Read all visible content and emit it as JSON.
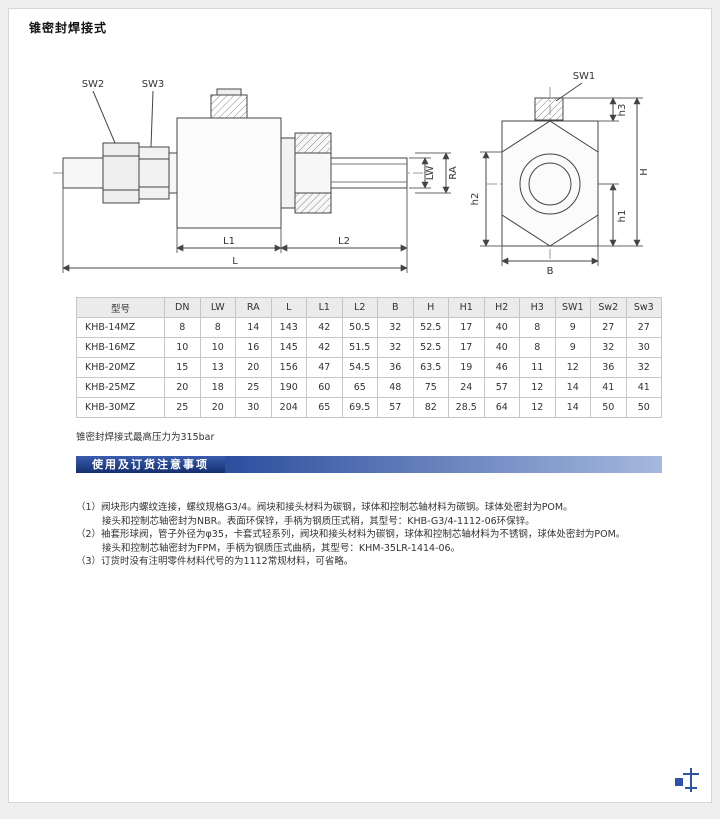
{
  "page": {
    "title": "锥密封焊接式",
    "pressure_note": "锥密封焊接式最高压力为315bar",
    "section_header": "使用及订货注意事项"
  },
  "drawing": {
    "labels": {
      "sw1": "SW1",
      "sw2": "SW2",
      "sw3": "SW3",
      "l": "L",
      "l1": "L1",
      "l2": "L2",
      "b": "B",
      "h": "H",
      "h1": "h1",
      "h2": "h2",
      "h3": "h3",
      "lw": "LW",
      "ra": "RA"
    }
  },
  "table": {
    "headers": [
      "型号",
      "DN",
      "LW",
      "RA",
      "L",
      "L1",
      "L2",
      "B",
      "H",
      "H1",
      "H2",
      "H3",
      "SW1",
      "Sw2",
      "Sw3"
    ],
    "rows": [
      [
        "KHB-14MZ",
        "8",
        "8",
        "14",
        "143",
        "42",
        "50.5",
        "32",
        "52.5",
        "17",
        "40",
        "8",
        "9",
        "27",
        "27"
      ],
      [
        "KHB-16MZ",
        "10",
        "10",
        "16",
        "145",
        "42",
        "51.5",
        "32",
        "52.5",
        "17",
        "40",
        "8",
        "9",
        "32",
        "30"
      ],
      [
        "KHB-20MZ",
        "15",
        "13",
        "20",
        "156",
        "47",
        "54.5",
        "36",
        "63.5",
        "19",
        "46",
        "11",
        "12",
        "36",
        "32"
      ],
      [
        "KHB-25MZ",
        "20",
        "18",
        "25",
        "190",
        "60",
        "65",
        "48",
        "75",
        "24",
        "57",
        "12",
        "14",
        "41",
        "41"
      ],
      [
        "KHB-30MZ",
        "25",
        "20",
        "30",
        "204",
        "65",
        "69.5",
        "57",
        "82",
        "28.5",
        "64",
        "12",
        "14",
        "50",
        "50"
      ]
    ]
  },
  "notes": [
    {
      "text": "（1）阀块形内螺纹连接，螺纹规格G3/4。阀块和接头材料为碳钢，球体和控制芯轴材料为碳钢。球体处密封为POM。",
      "indent": false
    },
    {
      "text": "接头和控制芯轴密封为NBR。表面环保锌，手柄为钢质压式稍，其型号：KHB-G3/4-1112-06环保锌。",
      "indent": true
    },
    {
      "text": "（2）袖套形球阀，管子外径为φ35，卡套式轻系列，阀块和接头材料为碳钢，球体和控制芯轴材料为不锈钢，球体处密封为POM。",
      "indent": false
    },
    {
      "text": "接头和控制芯轴密封为FPM，手柄为钢质压式曲柄，其型号：KHM-35LR-1414-06。",
      "indent": true
    },
    {
      "text": "（3）订货时没有注明零件材料代号的为1112常规材料，可省略。",
      "indent": false
    }
  ]
}
